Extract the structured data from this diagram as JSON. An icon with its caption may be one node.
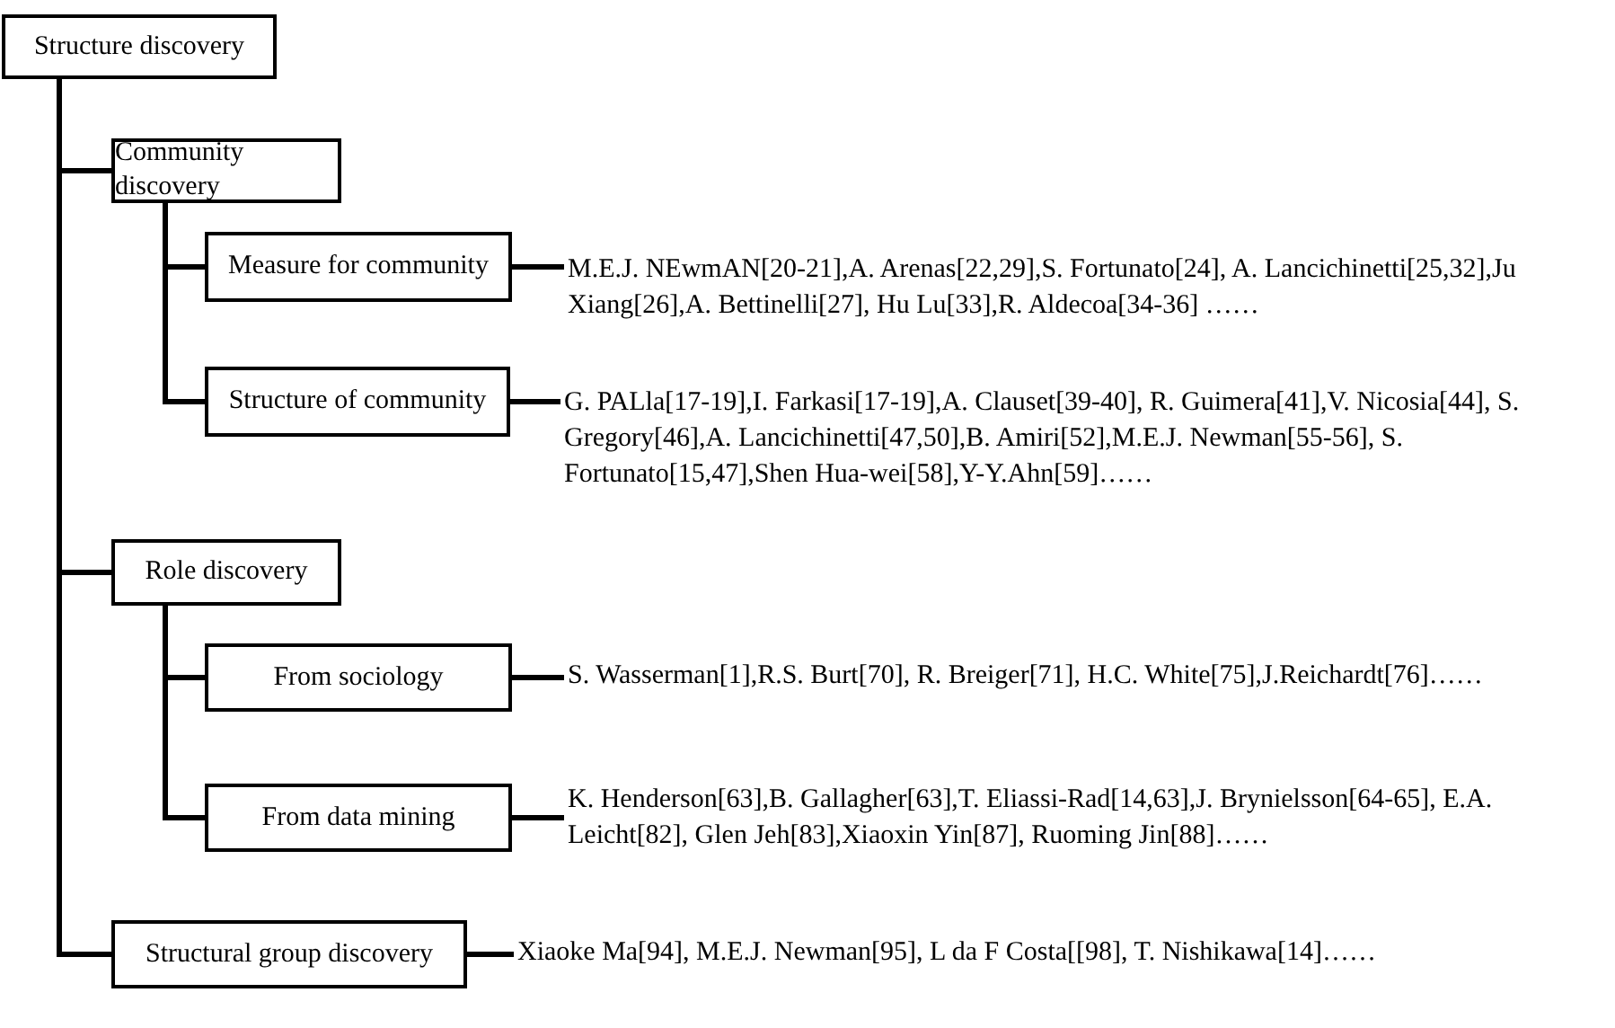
{
  "diagram": {
    "nodes": [
      {
        "text": [
          "Structure discovery"
        ]
      },
      {
        "text": [
          "Community discovery"
        ]
      },
      {
        "text": [
          "Measure for community"
        ]
      },
      {
        "text": [
          "M.E.J. NEwmAN[20-21],A. Arenas[22,29],S. Fortunato[24],  A. Lancichinetti[25,32],Ju Xiang[26],A. Bettinelli[27], Hu Lu[33],R. Aldecoa[34-36] ……"
        ]
      },
      {
        "text": [
          "Structure of community"
        ]
      },
      {
        "text": [
          "G. PALla[17-19],I. Farkasi[17-19],A. Clauset[39-40], R. Guimera[41],V. Nicosia[44], S. Gregory[46],A. Lancichinetti[47,50],B. Amiri[52],M.E.J. Newman[55-56], S. Fortunato[15,47],Shen Hua-wei[58],Y-Y.Ahn[59]……"
        ]
      },
      {
        "text": [
          "Role discovery"
        ]
      },
      {
        "text": [
          "From sociology"
        ]
      },
      {
        "text": [
          "S. Wasserman[1],R.S. Burt[70], R. Breiger[71], H.C. White[75],J.Reichardt[76]……"
        ]
      },
      {
        "text": [
          "From data mining"
        ]
      },
      {
        "text": [
          "K. Henderson[63],B. Gallagher[63],T. Eliassi-Rad[14,63],J. Brynielsson[64-65], E.A. Leicht[82], Glen Jeh[83],Xiaoxin Yin[87], Ruoming Jin[88]……"
        ]
      },
      {
        "text": [
          "Structural group discovery"
        ]
      },
      {
        "text": [
          "Xiaoke Ma[94], M.E.J. Newman[95], L da F Costa[[98], T. Nishikawa[14]……"
        ]
      }
    ],
    "edges": [
      {
        "from": 0,
        "to": 1,
        "arrow": "none"
      },
      {
        "from": 0,
        "to": 6,
        "arrow": "none"
      },
      {
        "from": 0,
        "to": 11,
        "arrow": "none"
      },
      {
        "from": 1,
        "to": 2,
        "arrow": "none"
      },
      {
        "from": 1,
        "to": 4,
        "arrow": "none"
      },
      {
        "from": 2,
        "to": 3,
        "arrow": "none"
      },
      {
        "from": 4,
        "to": 5,
        "arrow": "none"
      },
      {
        "from": 6,
        "to": 7,
        "arrow": "none"
      },
      {
        "from": 6,
        "to": 9,
        "arrow": "none"
      },
      {
        "from": 7,
        "to": 8,
        "arrow": "none"
      },
      {
        "from": 9,
        "to": 10,
        "arrow": "none"
      },
      {
        "from": 11,
        "to": 12,
        "arrow": "none"
      }
    ]
  }
}
